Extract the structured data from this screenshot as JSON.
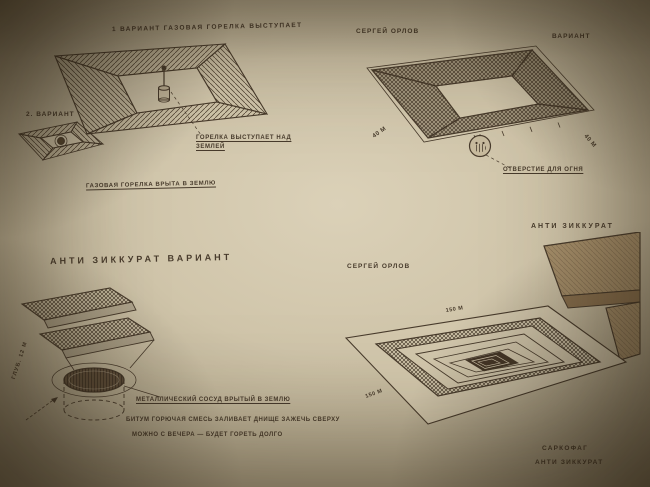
{
  "photo": {
    "paper_color": "#d0c5aa",
    "ink_color": "#483b2c",
    "wall_color": "#a58e6a"
  },
  "sketches": {
    "variant1": {
      "title": "1 ВАРИАНТ   ГАЗОВАЯ ГОРЕЛКА ВЫСТУПАЕТ",
      "variant2_label": "2. ВАРИАНТ",
      "note_burner_above": "ГОРЕЛКА ВЫСТУПАЕТ НАД ЗЕМЛЕЙ",
      "note_burner_buried": "ГАЗОВАЯ ГОРЕЛКА ВРЫТА В ЗЕМЛЮ"
    },
    "variant_orlov": {
      "author": "СЕРГЕЙ ОРЛОВ",
      "label": "ВАРИАНТ",
      "note_fire_opening": "ОТВЕРСТИЕ ДЛЯ ОГНЯ",
      "dim_left": "40 М",
      "dim_right": "40 М"
    },
    "anti_ziggurat_variant": {
      "title": "АНТИ  ЗИККУРАТ  ВАРИАНТ",
      "depth_note": "ГЛУБ. 12 М",
      "note_vessel": "МЕТАЛЛИЧЕСКИЙ СОСУД ВРЫТЫЙ В ЗЕМЛЮ",
      "note_fuel_line1": "БИТУМ ГОРЮЧАЯ СМЕСЬ ЗАЛИВАЕТ ДНИЩЕ  ЗАЖЕЧЬ СВЕРХУ",
      "note_fuel_line2": "МОЖНО С ВЕЧЕРА — БУДЕТ ГОРЕТЬ ДОЛГО"
    },
    "anti_ziggurat_main": {
      "title": "АНТИ ЗИККУРАТ",
      "author": "СЕРГЕЙ ОРЛОВ",
      "dim_top": "150 М",
      "dim_left": "150 М",
      "caption_line1": "САРКОФАГ",
      "caption_line2": "АНТИ ЗИККУРАТ"
    }
  }
}
